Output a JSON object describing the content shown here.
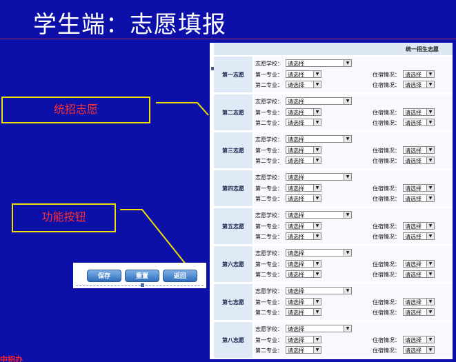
{
  "page": {
    "title": "学生端：志愿填报"
  },
  "callouts": {
    "tongzhao": "统招志愿",
    "gongneng": "功能按钮"
  },
  "buttons": {
    "save": "保存",
    "reset": "重置",
    "back": "返回"
  },
  "panel": {
    "header": "统一招生志愿",
    "field_labels": {
      "school": "志愿学校：",
      "major1": "第一专业：",
      "major2": "第二专业：",
      "dorm": "住宿情况："
    },
    "select_placeholder": "请选择",
    "rows": [
      {
        "label": "第一志愿"
      },
      {
        "label": "第二志愿"
      },
      {
        "label": "第三志愿"
      },
      {
        "label": "第四志愿"
      },
      {
        "label": "第五志愿"
      },
      {
        "label": "第六志愿"
      },
      {
        "label": "第七志愿"
      },
      {
        "label": "第八志愿"
      }
    ]
  },
  "footer": {
    "corner_text": "中招办"
  },
  "colors": {
    "background": "#0c10a8",
    "callout_border": "#f0e000",
    "callout_text": "#ff3030"
  }
}
